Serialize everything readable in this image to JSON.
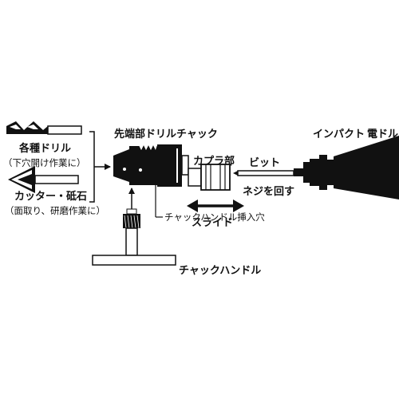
{
  "labels": {
    "drill": "各種ドリル",
    "drill_sub": "（下穴開け作業に）",
    "cutter": "カッター・砥石",
    "cutter_sub": "（面取り、研磨作業に）",
    "chuck_tip": "先端部ドリルチャック",
    "coupler": "カプラ部",
    "bit": "ビット",
    "screw": "ネジを回す",
    "slide": "スライド",
    "hole": "チャックハンドル挿入穴",
    "handle": "チャックハンドル",
    "impact": "インパクト",
    "electric_drill": "電ドル"
  },
  "colors": {
    "ink": "#111111",
    "background": "#ffffff"
  }
}
